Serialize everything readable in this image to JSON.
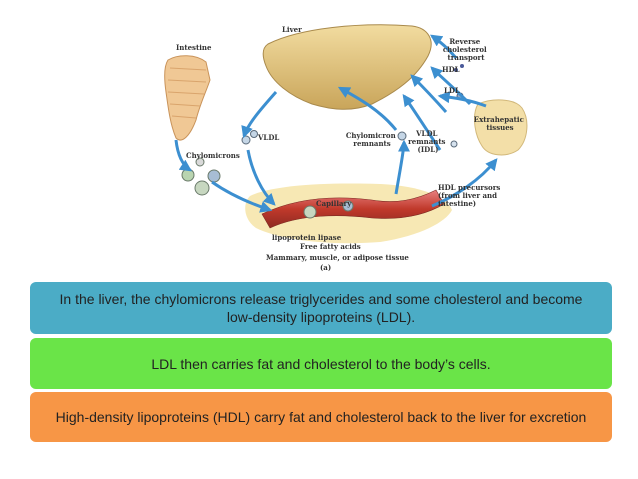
{
  "diagram": {
    "labels": {
      "intestine": "Intestine",
      "liver": "Liver",
      "reverse_transport": "Reverse cholesterol transport",
      "hdl": "HDL",
      "ldl": "LDL",
      "extrahepatic": "Extrahepatic tissues",
      "vldl": "VLDL",
      "chylomicrons": "Chylomicrons",
      "chylomicron_remnants": "Chylomicron remnants",
      "vldl_remnants": "VLDL remnants (IDL)",
      "capillary": "Capillary",
      "lipoprotein_lipase": "lipoprotein lipase",
      "free_fatty_acids": "Free fatty acids",
      "hdl_precursors": "HDL precursors (from liver and intestine)",
      "tissue": "Mammary, muscle, or adipose tissue",
      "panel": "(a)"
    },
    "colors": {
      "liver": "#e3c57a",
      "intestine": "#f0c895",
      "capillary": "#c94d4d",
      "arrow": "#3c8fd0",
      "tissue": "#f3dfa8"
    }
  },
  "boxes": [
    {
      "text": "In the liver, the chylomicrons release triglycerides  and some cholesterol and become low-density  lipoproteins (LDL).",
      "color": "#4bacc6"
    },
    {
      "text": "LDL then carries fat and cholesterol to the body’s  cells.",
      "color": "#6ae448"
    },
    {
      "text": "High-density lipoproteins (HDL) carry fat and  cholesterol back to the liver for excretion",
      "color": "#f79646"
    }
  ]
}
